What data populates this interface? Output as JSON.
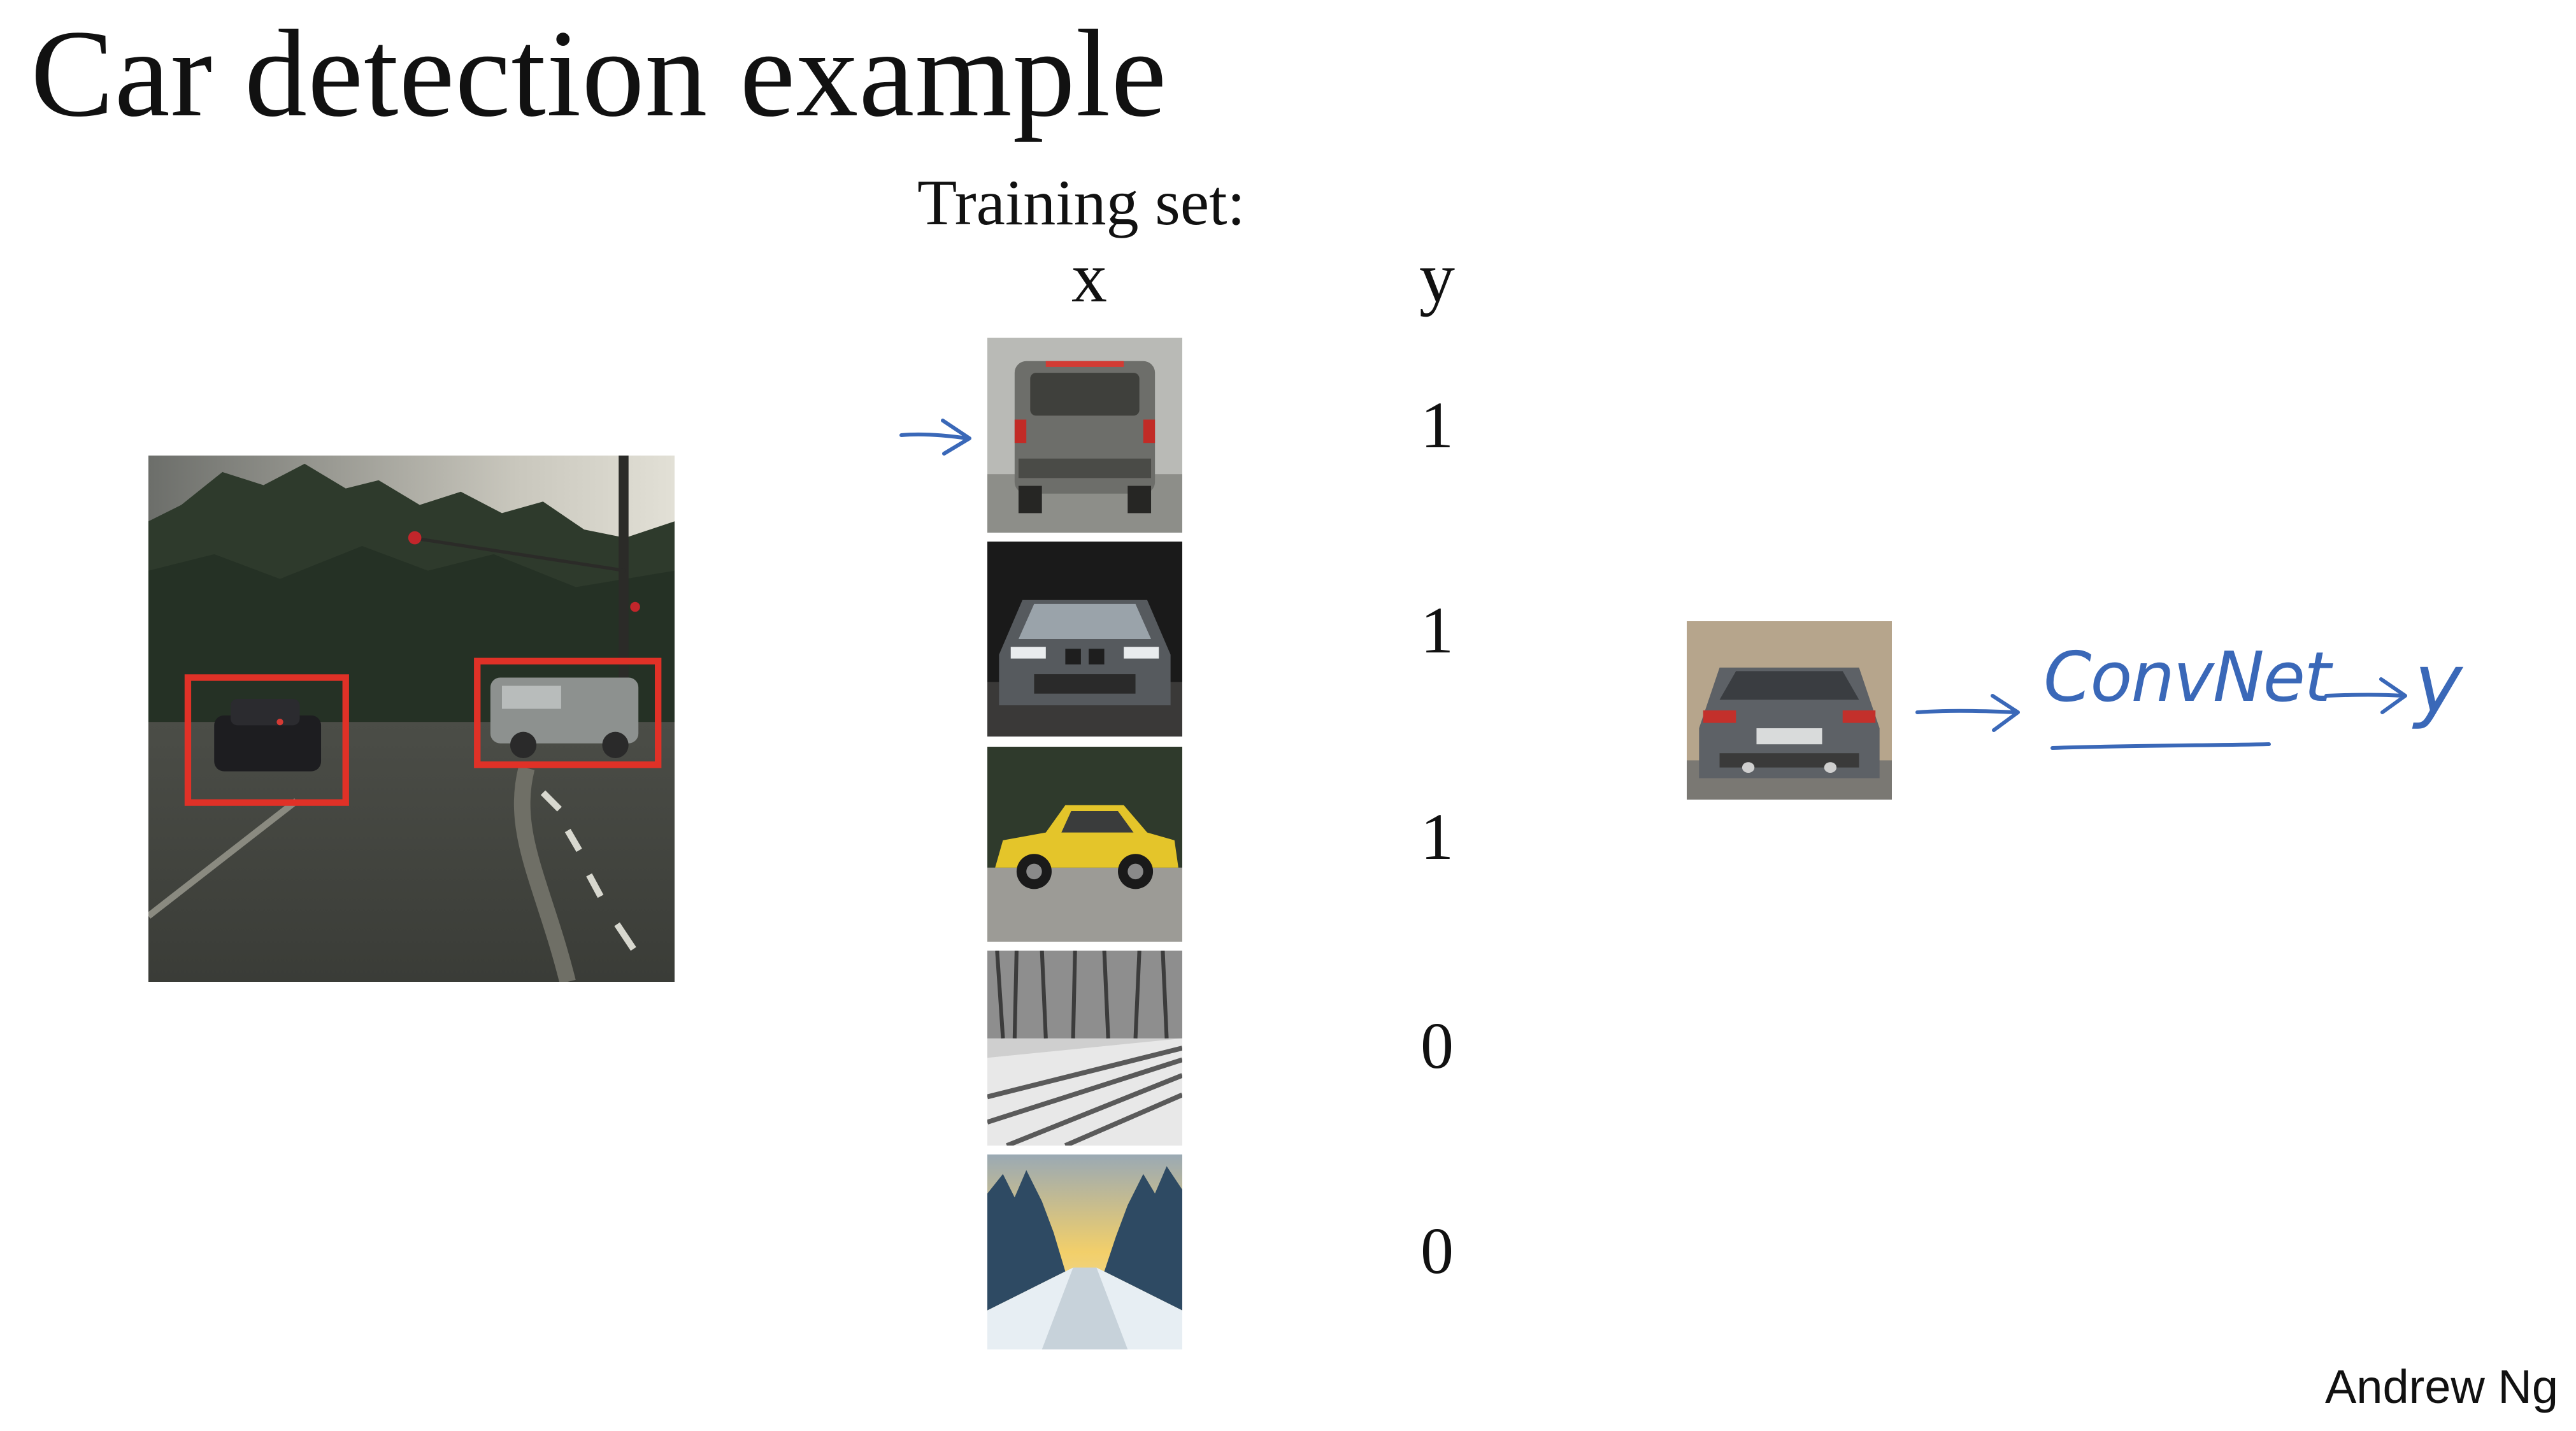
{
  "slide": {
    "title": "Car detection example",
    "author": "Andrew Ng"
  },
  "training_set": {
    "heading": "Training set:",
    "x_label": "x",
    "y_label": "y",
    "rows": [
      {
        "image": "suv-rear-view",
        "y": "1"
      },
      {
        "image": "bmw-front-view",
        "y": "1"
      },
      {
        "image": "yellow-sedan-side-view",
        "y": "1"
      },
      {
        "image": "snowy-road-bw",
        "y": "0"
      },
      {
        "image": "snowy-forest-road",
        "y": "0"
      }
    ]
  },
  "scene": {
    "image": "street-scene-with-boxed-cars",
    "box_color": "#e03127"
  },
  "pipeline": {
    "input_image": "bmw-rear-view",
    "model_label": "ConvNet",
    "output_label": "y",
    "ink_color": "#3a68b8"
  }
}
